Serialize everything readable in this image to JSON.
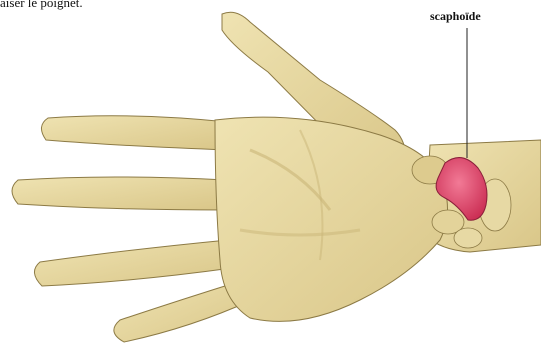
{
  "caption_partial": "aiser le poignet.",
  "label": "scaphoïde",
  "colors": {
    "skin": "#e6d8a0",
    "skin_shadow": "#c9b578",
    "outline": "#8c7a45",
    "bone_highlight": "#d4325a",
    "bone_light": "#f06a8a",
    "pointer": "#222222"
  },
  "icons": {
    "hand": "hand-palm-illustration",
    "bone": "scaphoid-bone-highlight"
  }
}
